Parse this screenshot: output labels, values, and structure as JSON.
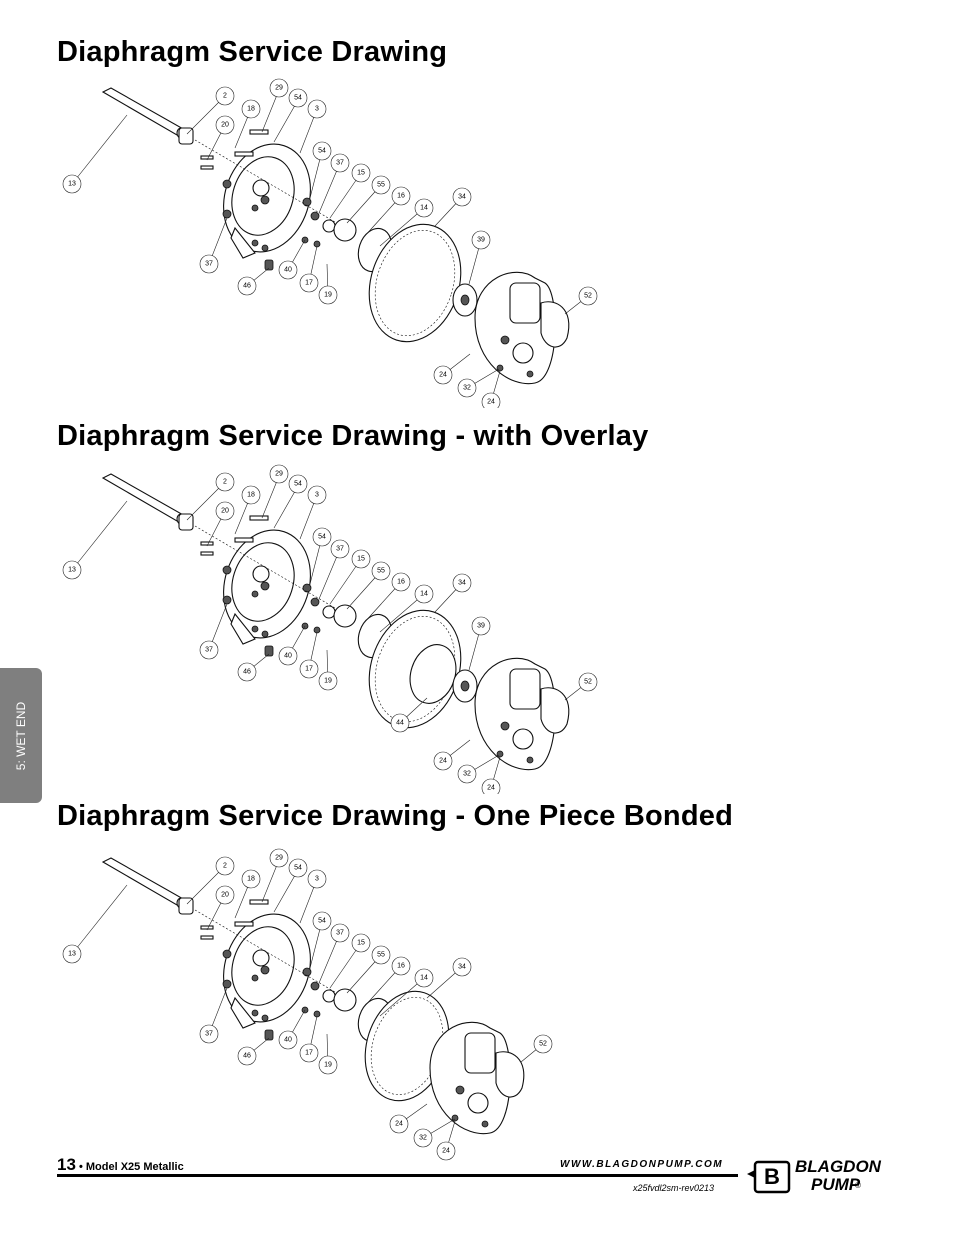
{
  "sections": [
    {
      "title": "Diaphragm Service Drawing"
    },
    {
      "title": "Diaphragm Service Drawing - with Overlay"
    },
    {
      "title": "Diaphragm Service Drawing - One Piece Bonded"
    }
  ],
  "callouts": {
    "c2": "2",
    "c29": "29",
    "c54a": "54",
    "c18": "18",
    "c3": "3",
    "c20": "20",
    "c54b": "54",
    "c37a": "37",
    "c15": "15",
    "c55": "55",
    "c13": "13",
    "c16": "16",
    "c14": "14",
    "c34": "34",
    "c39": "39",
    "c37b": "37",
    "c40": "40",
    "c17": "17",
    "c46": "46",
    "c19": "19",
    "c52": "52",
    "c24a": "24",
    "c32": "32",
    "c24b": "24",
    "c44": "44"
  },
  "side_tab": {
    "label": "5: WET END"
  },
  "footer": {
    "page_number": "13",
    "model": " • Model X25 Metallic",
    "website": "WWW.BLAGDONPUMP.COM",
    "doc_id": "x25fvdl2sm-rev0213"
  },
  "logo": {
    "line1": "BLAGDON",
    "line2": "PUMP",
    "reg": "®",
    "letter": "B"
  },
  "colors": {
    "side_tab": "#7f7f7f",
    "text": "#000000",
    "background": "#ffffff"
  }
}
